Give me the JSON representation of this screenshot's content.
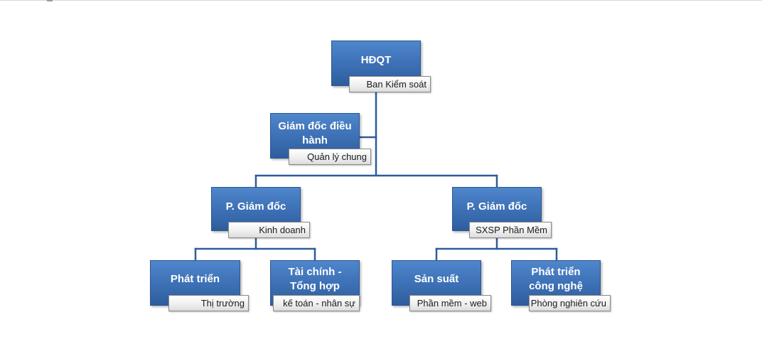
{
  "org_chart": {
    "colors": {
      "box_fill": "#3c6fb4",
      "box_border": "#2b578f",
      "connector": "#2f5c9a",
      "sub_box_fill": "#eeeeee"
    },
    "root": {
      "title": "HĐQT",
      "sub": "Ban Kiểm soát"
    },
    "executive": {
      "title": "Giám đốc điều hành",
      "sub": "Quản lý chung"
    },
    "deputy_business": {
      "title": "P. Giám đốc",
      "sub": "Kinh doanh"
    },
    "deputy_software": {
      "title": "P. Giám đốc",
      "sub": "SXSP Phần Mềm"
    },
    "development": {
      "title": "Phát triển",
      "sub": "Thị trường"
    },
    "finance": {
      "title": "Tài chính - Tổng hợp",
      "sub": "kế toán - nhân sự"
    },
    "production": {
      "title": "Sản suất",
      "sub": "Phần mềm - web"
    },
    "tech_development": {
      "title": "Phát triển công nghệ",
      "sub": "Phòng nghiên cứu"
    }
  }
}
